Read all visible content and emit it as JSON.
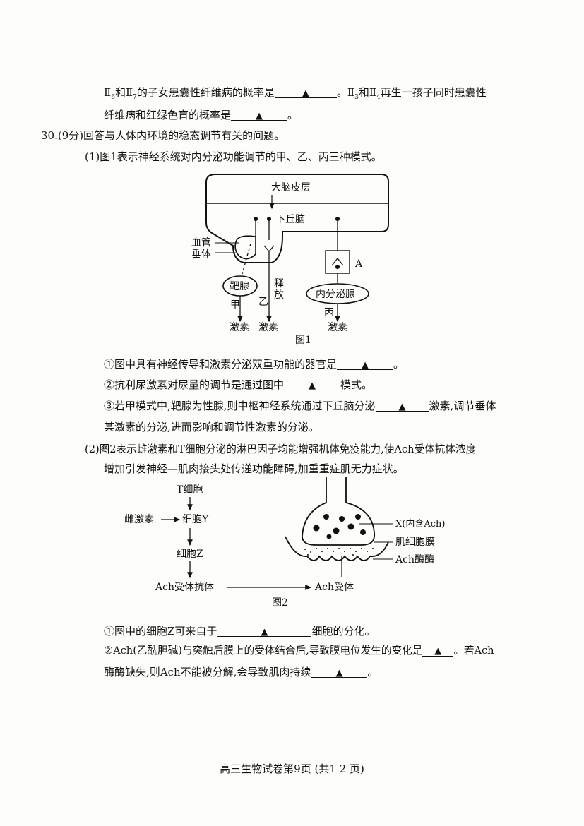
{
  "q29": {
    "line1_a": "Ⅱ",
    "line1_sub6": "6",
    "line1_b": "和Ⅱ",
    "line1_sub7": "7",
    "line1_c": "的子女患囊性纤维病的概率是",
    "line1_d": "。Ⅱ",
    "line1_sub3": "3",
    "line1_e": "和Ⅱ",
    "line1_sub4": "4",
    "line1_f": "再生一孩子同时患囊性",
    "line2_a": "纤维病和红绿色盲的概率是",
    "line2_b": "。"
  },
  "blank_mark": "▲",
  "q30": {
    "header": "30.(9分)回答与人体内环境的稳态调节有关的问题。",
    "p1_intro": "(1)图1表示神经系统对内分泌功能调节的甲、乙、丙三种模式。",
    "p1_q1_a": "①图中具有神经传导和激素分泌双重功能的器官是",
    "p1_q1_b": "。",
    "p1_q2_a": "②抗利尿激素对尿量的调节是通过图中",
    "p1_q2_b": "模式。",
    "p1_q3_a": "③若甲模式中,靶腺为性腺,则中枢神经系统通过下丘脑分泌",
    "p1_q3_b": "激素,调节垂体",
    "p1_q3_c": "某激素的分泌,进而影响和调节性激素的分泌。",
    "p2_intro_1": "(2)图2表示雌激素和T细胞分泌的淋巴因子均能增强机体免疫能力,使Ach受体抗体浓度",
    "p2_intro_2": "增加引发神经—肌肉接头处传递功能障碍,加重重症肌无力症状。",
    "p2_q1_a": "①图中的细胞Z可来自于",
    "p2_q1_b": "细胞的分化。",
    "p2_q2_a": "②Ach(乙酰胆碱)与突触后膜上的受体结合后,导致膜电位发生的变化是",
    "p2_q2_b": "。若Ach",
    "p2_q2_c": "酶酶缺失,则Ach不能被分解,会导致肌肉持续",
    "p2_q2_d": "。"
  },
  "fig1": {
    "cortex": "大脑皮层",
    "hypothalamus": "下丘脑",
    "vessel_1": "血管",
    "vessel_2": "垂体",
    "target_gland": "靶腺",
    "release_1": "释",
    "release_2": "放",
    "endocrine": "内分泌腺",
    "label_a": "A",
    "jia": "甲",
    "yi": "乙",
    "bing": "丙",
    "hormone_1": "激素",
    "hormone_2": "激素",
    "hormone_3": "激素",
    "caption": "图1"
  },
  "fig2": {
    "t_cell": "T细胞",
    "estrogen": "雌激素",
    "cell_y": "细胞Y",
    "cell_z": "细胞Z",
    "antibody": "Ach受体抗体",
    "receptor": "Ach受体",
    "x_label": "X(内含Ach)",
    "membrane": "肌细胞膜",
    "enzyme": "Ach酶酶",
    "caption": "图2"
  },
  "footer": "高三生物试卷第9页 (共1 2 页)"
}
